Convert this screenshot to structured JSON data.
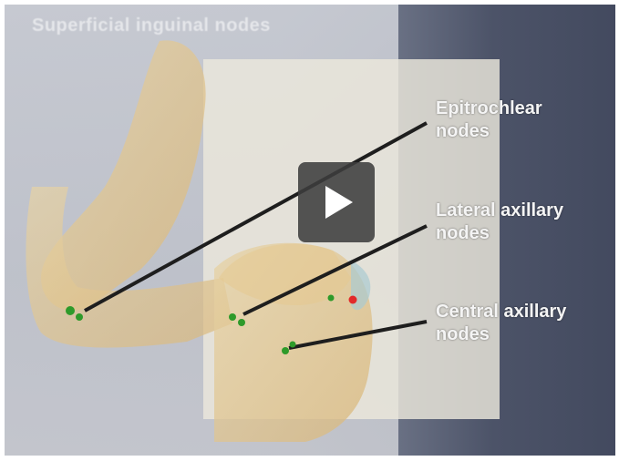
{
  "video": {
    "title": "Superficial inguinal nodes",
    "play_button_label": "Play",
    "labels": {
      "epitrochlear": [
        "Epitrochlear",
        "nodes"
      ],
      "lateral_axillary": [
        "Lateral axillary",
        "nodes"
      ],
      "central_axillary": [
        "Central axillary",
        "nodes"
      ]
    }
  },
  "colors": {
    "node_green": "#2e9a2a",
    "node_red": "#e22a2a",
    "leader_line": "#1e1e1e",
    "label_text": "#f4f4f4",
    "play_overlay": "#3e3e3e"
  },
  "icons": {
    "play": "play-icon"
  }
}
